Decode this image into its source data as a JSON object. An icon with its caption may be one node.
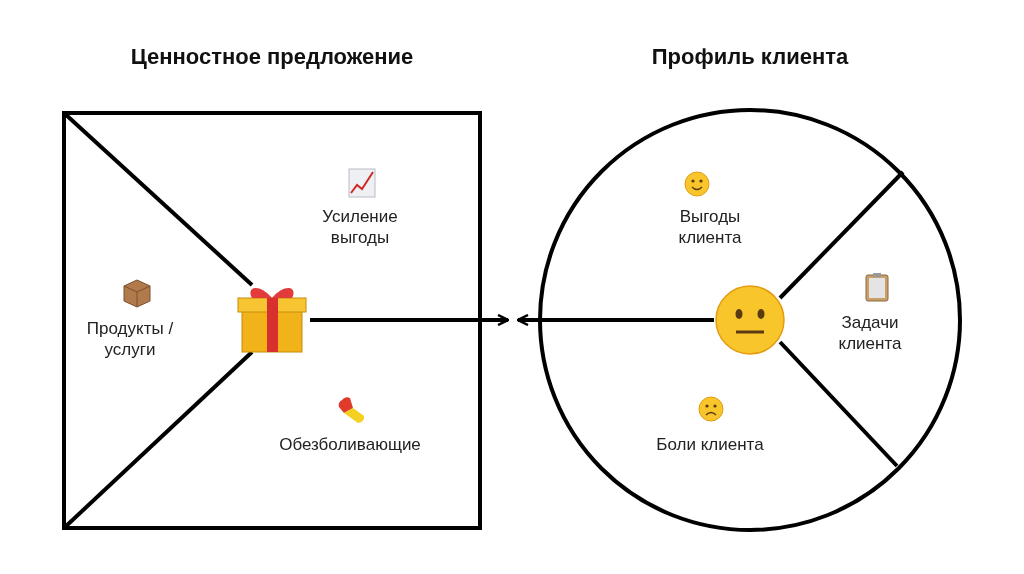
{
  "diagram": {
    "nodes": [
      {
        "text": [
          "Ценностное предложение"
        ]
      },
      {
        "text": [
          "Усиление выгоды"
        ],
        "in": 0
      },
      {
        "text": [
          "Продукты / услуги"
        ],
        "in": 0
      },
      {
        "text": [],
        "shape": "picture",
        "in": 0
      },
      {
        "text": [
          "Обезболивающие"
        ],
        "in": 0
      },
      {
        "text": [
          "Профиль клиента"
        ]
      },
      {
        "text": [
          "Выгоды клиента"
        ],
        "in": 5
      },
      {
        "text": [],
        "shape": "circle",
        "in": 5
      },
      {
        "text": [
          "Задачи клиента"
        ],
        "in": 5
      },
      {
        "text": [
          "Боли клиента"
        ],
        "in": 5
      }
    ],
    "edges": [
      {
        "from": 3,
        "to": null,
        "arrow": "to"
      },
      {
        "from": 7,
        "to": null,
        "arrow": "to"
      }
    ]
  }
}
